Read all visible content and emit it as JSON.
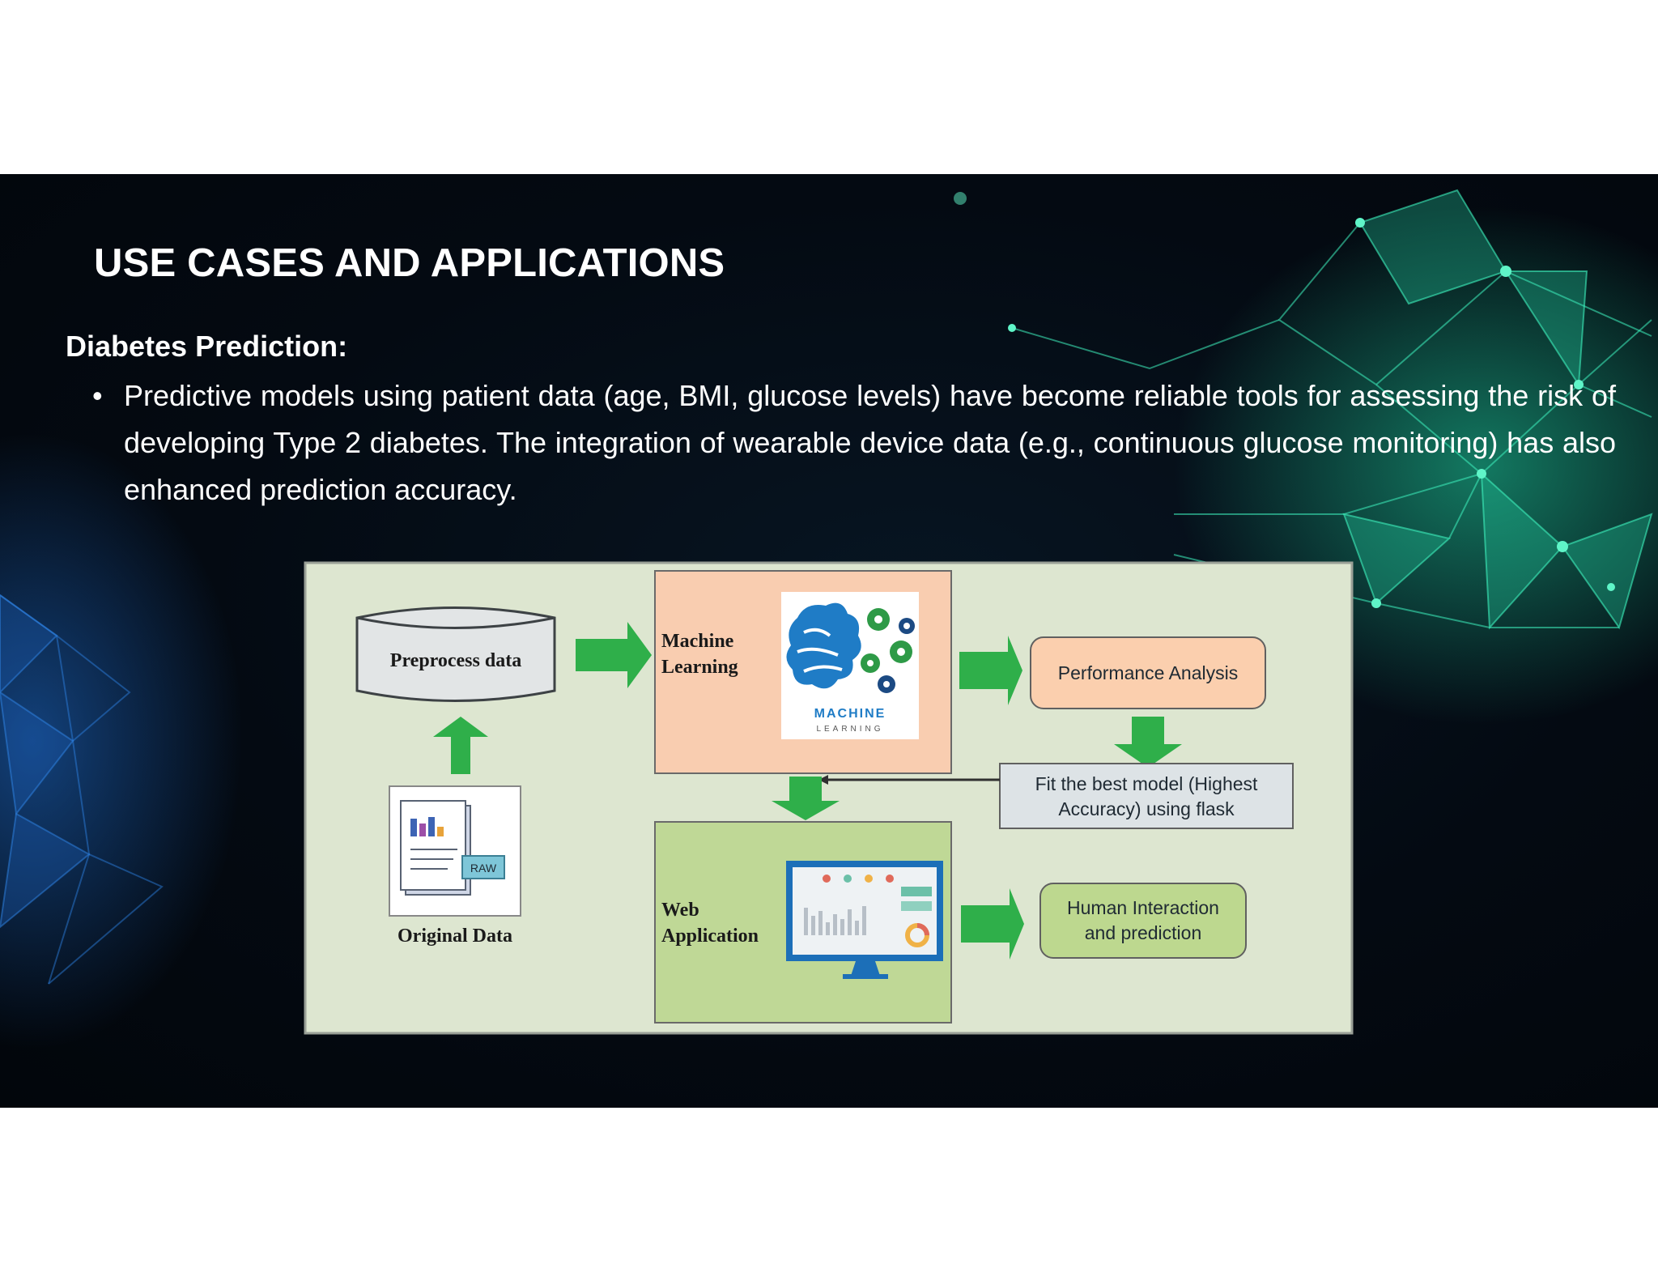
{
  "slide": {
    "title": "USE CASES AND APPLICATIONS",
    "subtitle": "Diabetes Prediction:",
    "bullets": [
      {
        "marker": "•",
        "text": "Predictive models using patient data (age, BMI, glucose levels) have become reliable tools for assessing the risk of developing Type 2 diabetes. The integration of wearable device data (e.g., continuous glucose monitoring) has also enhanced prediction accuracy."
      }
    ]
  },
  "diagram": {
    "preprocess_label": "Preprocess data",
    "original_data_label": "Original Data",
    "raw_badge": "RAW",
    "ml_label_line1": "Machine",
    "ml_label_line2": "Learning",
    "ml_logo_line1": "MACHINE",
    "ml_logo_line2": "LEARNING",
    "performance_label": "Performance Analysis",
    "fit_model_line1": "Fit the best model (Highest",
    "fit_model_line2": "Accuracy) using flask",
    "web_app_line1": "Web",
    "web_app_line2": "Application",
    "human_line1": "Human Interaction",
    "human_line2": "and prediction",
    "colors": {
      "panel_bg": "#dde6d0",
      "ml_box": "#f9cdb0",
      "web_box": "#bfd896",
      "arrow": "#2faf4a",
      "performance_box": "#fbcfae",
      "fit_box": "#dde3e6",
      "human_box": "#bdd88f",
      "brain_blue": "#1f7cc6"
    }
  }
}
